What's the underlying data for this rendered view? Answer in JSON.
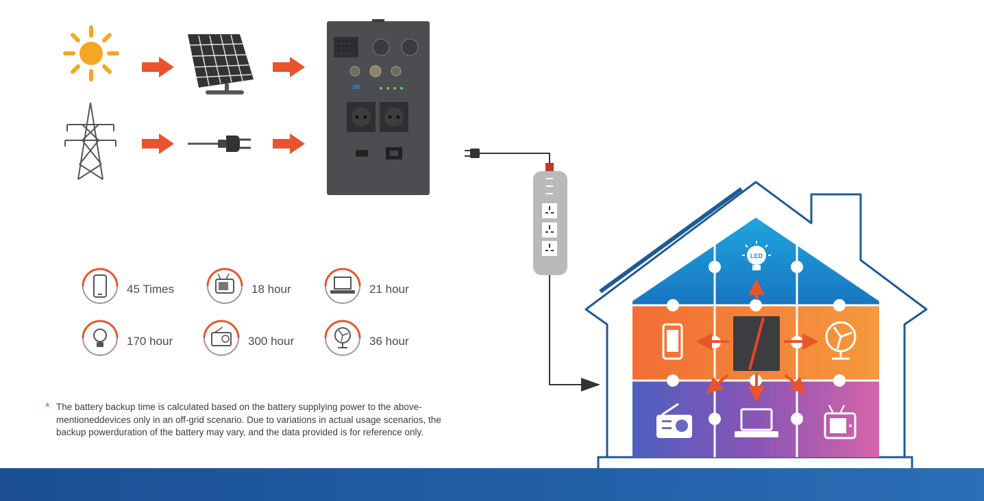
{
  "stats": [
    {
      "device": "smartphone",
      "icon": "smartphone-icon",
      "value": "45 Times"
    },
    {
      "device": "television",
      "icon": "tv-icon",
      "value": "18 hour"
    },
    {
      "device": "laptop",
      "icon": "laptop-icon",
      "value": "21 hour"
    },
    {
      "device": "led-bulb",
      "icon": "led-bulb-icon",
      "value": "170 hour"
    },
    {
      "device": "radio",
      "icon": "radio-icon",
      "value": "300 hour"
    },
    {
      "device": "fan",
      "icon": "fan-icon",
      "value": "36 hour"
    }
  ],
  "note": {
    "marker": "*",
    "text": "The battery backup time is calculated based on the battery supplying power to the above-mentioneddevices only in an off-grid scenario. Due to variations in actual usage scenarios, the backup powerduration of the battery may vary, and the data provided is for reference only."
  },
  "house": {
    "center_device_text": "LED"
  },
  "colors": {
    "accent_orange": "#e8542c",
    "device_gray": "#4b4d50",
    "house_outline": "#1f5a96",
    "band_blue": "#1f56a0",
    "tile_blue": "#1a8fd0",
    "tile_orange": "#f07a3a",
    "tile_purple": "#8a55b5",
    "tile_pink": "#d65fa5"
  }
}
